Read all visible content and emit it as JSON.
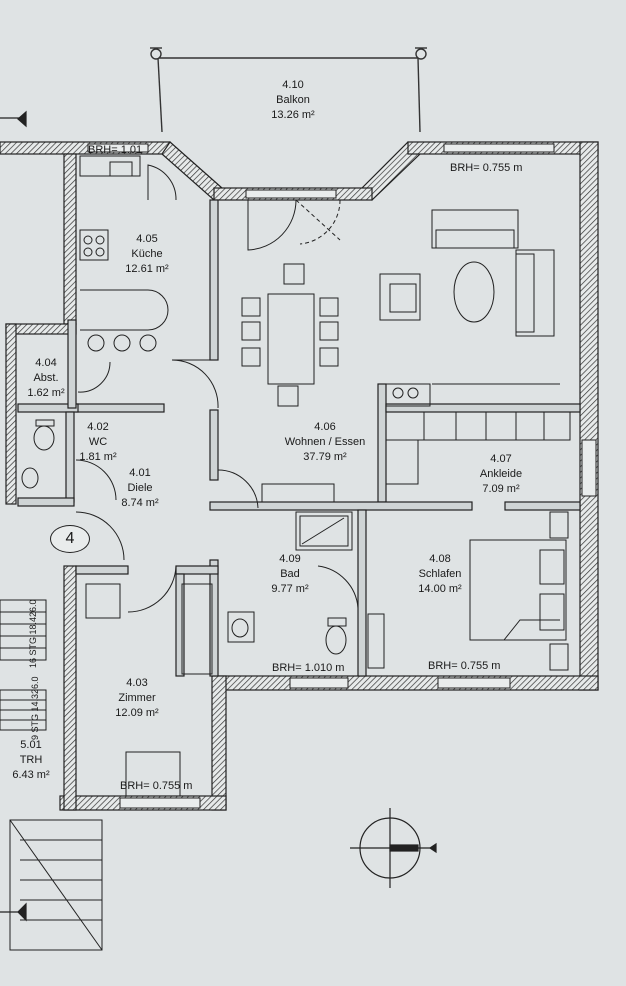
{
  "rooms": [
    {
      "id": "balkon",
      "number": "4.10",
      "name": "Balkon",
      "area": "13.26 m²"
    },
    {
      "id": "kueche",
      "number": "4.05",
      "name": "Küche",
      "area": "12.61 m²"
    },
    {
      "id": "abst",
      "number": "4.04",
      "name": "Abst.",
      "area": "1.62 m²"
    },
    {
      "id": "wc",
      "number": "4.02",
      "name": "WC",
      "area": "1.81 m²"
    },
    {
      "id": "diele",
      "number": "4.01",
      "name": "Diele",
      "area": "8.74 m²"
    },
    {
      "id": "wohnen",
      "number": "4.06",
      "name": "Wohnen / Essen",
      "area": "37.79 m²"
    },
    {
      "id": "ankleide",
      "number": "4.07",
      "name": "Ankleide",
      "area": "7.09 m²"
    },
    {
      "id": "bad",
      "number": "4.09",
      "name": "Bad",
      "area": "9.77 m²"
    },
    {
      "id": "schlafen",
      "number": "4.08",
      "name": "Schlafen",
      "area": "14.00 m²"
    },
    {
      "id": "zimmer",
      "number": "4.03",
      "name": "Zimmer",
      "area": "12.09 m²"
    },
    {
      "id": "trh",
      "number": "5.01",
      "name": "TRH",
      "area": "6.43 m²"
    }
  ],
  "sill_heights": {
    "kitchen": "BRH= 1.01",
    "living": "BRH= 0.755 m",
    "bath": "BRH= 1.010 m",
    "bedroom": "BRH= 0.755 m",
    "room": "BRH= 0.755 m"
  },
  "unit_number": "4",
  "stairs": {
    "upper": "16 STG 18.426.0",
    "lower": "9 STG 14.326.0"
  },
  "north_arrow_icon": "compass-north-icon"
}
